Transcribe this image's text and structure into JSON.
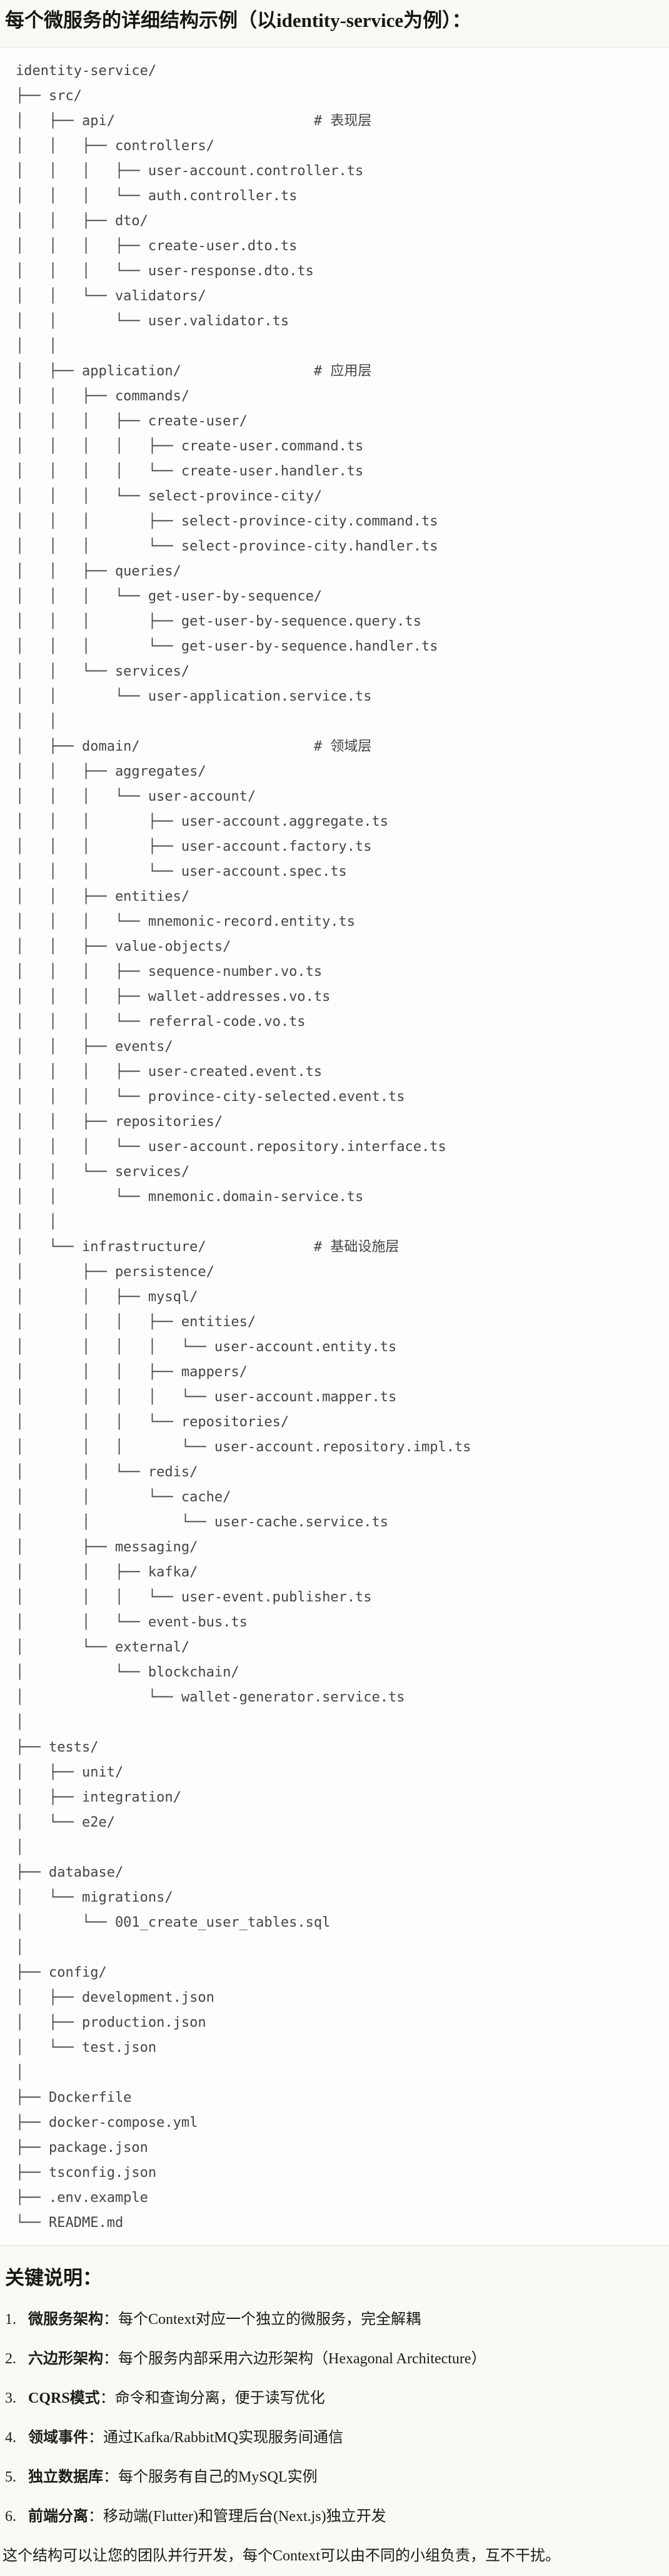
{
  "title": "每个微服务的详细结构示例（以identity-service为例）：",
  "tree": {
    "lines": [
      "identity-service/",
      "├── src/",
      "│   ├── api/                        # 表现层",
      "│   │   ├── controllers/",
      "│   │   │   ├── user-account.controller.ts",
      "│   │   │   └── auth.controller.ts",
      "│   │   ├── dto/",
      "│   │   │   ├── create-user.dto.ts",
      "│   │   │   └── user-response.dto.ts",
      "│   │   └── validators/",
      "│   │       └── user.validator.ts",
      "│   │",
      "│   ├── application/                # 应用层",
      "│   │   ├── commands/",
      "│   │   │   ├── create-user/",
      "│   │   │   │   ├── create-user.command.ts",
      "│   │   │   │   └── create-user.handler.ts",
      "│   │   │   └── select-province-city/",
      "│   │   │       ├── select-province-city.command.ts",
      "│   │   │       └── select-province-city.handler.ts",
      "│   │   ├── queries/",
      "│   │   │   └── get-user-by-sequence/",
      "│   │   │       ├── get-user-by-sequence.query.ts",
      "│   │   │       └── get-user-by-sequence.handler.ts",
      "│   │   └── services/",
      "│   │       └── user-application.service.ts",
      "│   │",
      "│   ├── domain/                     # 领域层",
      "│   │   ├── aggregates/",
      "│   │   │   └── user-account/",
      "│   │   │       ├── user-account.aggregate.ts",
      "│   │   │       ├── user-account.factory.ts",
      "│   │   │       └── user-account.spec.ts",
      "│   │   ├── entities/",
      "│   │   │   └── mnemonic-record.entity.ts",
      "│   │   ├── value-objects/",
      "│   │   │   ├── sequence-number.vo.ts",
      "│   │   │   ├── wallet-addresses.vo.ts",
      "│   │   │   └── referral-code.vo.ts",
      "│   │   ├── events/",
      "│   │   │   ├── user-created.event.ts",
      "│   │   │   └── province-city-selected.event.ts",
      "│   │   ├── repositories/",
      "│   │   │   └── user-account.repository.interface.ts",
      "│   │   └── services/",
      "│   │       └── mnemonic.domain-service.ts",
      "│   │",
      "│   └── infrastructure/             # 基础设施层",
      "│       ├── persistence/",
      "│       │   ├── mysql/",
      "│       │   │   ├── entities/",
      "│       │   │   │   └── user-account.entity.ts",
      "│       │   │   ├── mappers/",
      "│       │   │   │   └── user-account.mapper.ts",
      "│       │   │   └── repositories/",
      "│       │   │       └── user-account.repository.impl.ts",
      "│       │   └── redis/",
      "│       │       └── cache/",
      "│       │           └── user-cache.service.ts",
      "│       ├── messaging/",
      "│       │   ├── kafka/",
      "│       │   │   └── user-event.publisher.ts",
      "│       │   └── event-bus.ts",
      "│       └── external/",
      "│           └── blockchain/",
      "│               └── wallet-generator.service.ts",
      "│",
      "├── tests/",
      "│   ├── unit/",
      "│   ├── integration/",
      "│   └── e2e/",
      "│",
      "├── database/",
      "│   └── migrations/",
      "│       └── 001_create_user_tables.sql",
      "│",
      "├── config/",
      "│   ├── development.json",
      "│   ├── production.json",
      "│   └── test.json",
      "│",
      "├── Dockerfile",
      "├── docker-compose.yml",
      "├── package.json",
      "├── tsconfig.json",
      "├── .env.example",
      "└── README.md"
    ]
  },
  "notes_heading": "关键说明：",
  "notes_separator": "：",
  "notes": [
    {
      "num": "1.",
      "term": "微服务架构",
      "desc": "每个Context对应一个独立的微服务，完全解耦"
    },
    {
      "num": "2.",
      "term": "六边形架构",
      "desc": "每个服务内部采用六边形架构（Hexagonal Architecture）"
    },
    {
      "num": "3.",
      "term": "CQRS模式",
      "desc": "命令和查询分离，便于读写优化"
    },
    {
      "num": "4.",
      "term": "领域事件",
      "desc": "通过Kafka/RabbitMQ实现服务间通信"
    },
    {
      "num": "5.",
      "term": "独立数据库",
      "desc": "每个服务有自己的MySQL实例"
    },
    {
      "num": "6.",
      "term": "前端分离",
      "desc": "移动端(Flutter)和管理后台(Next.js)独立开发"
    }
  ],
  "closing": "这个结构可以让您的团队并行开发，每个Context可以由不同的小组负责，互不干扰。"
}
